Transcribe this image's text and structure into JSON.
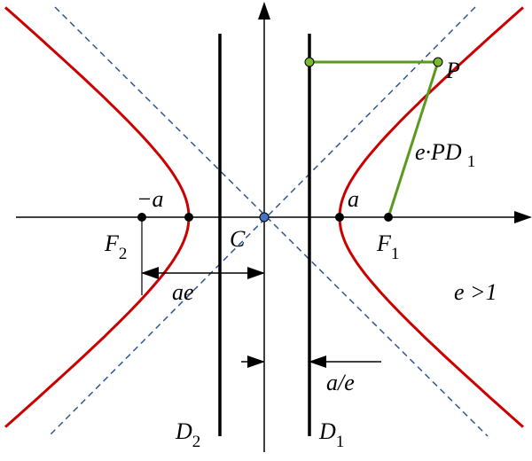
{
  "labels": {
    "point_p": "P",
    "distance_label": "e·PD",
    "distance_sub": "1",
    "vertex_neg": "−a",
    "vertex_pos": "a",
    "focus2": "F",
    "focus2_sub": "2",
    "focus1": "F",
    "focus1_sub": "1",
    "center": "C",
    "ae": "ae",
    "eccentricity": "e >1",
    "a_over_e": "a/e",
    "directrix2": "D",
    "directrix2_sub": "2",
    "directrix1": "D",
    "directrix1_sub": "1"
  },
  "colors": {
    "hyperbola": "#cc0000",
    "asymptote": "#2f5597",
    "construction": "#5a9a1e",
    "point_fill_green": "#7ab82e",
    "center_point": "#4472c4"
  }
}
